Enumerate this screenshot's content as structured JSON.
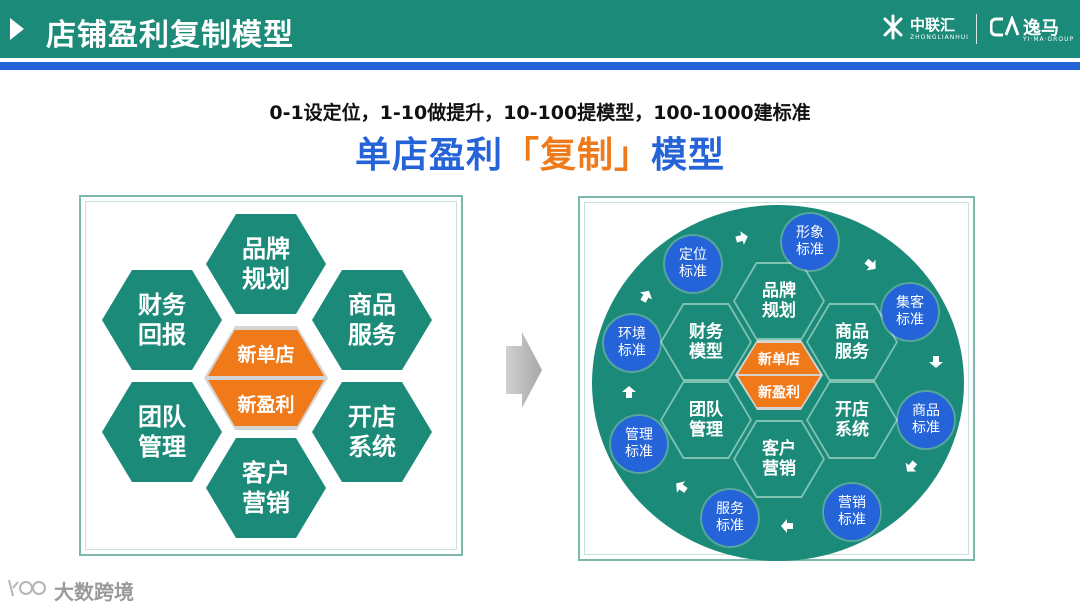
{
  "header": {
    "title": "店铺盈利复制模型",
    "logo_zhonglianhui": {
      "name": "中联汇",
      "sub": "ZHONGLIANHUI"
    },
    "logo_yima": {
      "name": "逸马",
      "sub": "YI·MA·GROUP"
    }
  },
  "subtitle": "0-1设定位，1-10做提升，10-100提模型，100-1000建标准",
  "main_title": {
    "part1": "单店盈利",
    "part2": "「复制」",
    "part3": "模型"
  },
  "left_diagram": {
    "top": "品牌规划",
    "top_right": "商品服务",
    "bottom_right": "开店系统",
    "bottom": "客户营销",
    "bottom_left": "团队管理",
    "top_left": "财务回报",
    "center_top": "新单店",
    "center_bottom": "新盈利"
  },
  "right_diagram": {
    "hexes": {
      "top": "品牌规划",
      "top_right": "商品服务",
      "bottom_right": "开店系统",
      "bottom": "客户营销",
      "bottom_left": "团队管理",
      "top_left": "财务模型",
      "center_top": "新单店",
      "center_bottom": "新盈利"
    },
    "standards": {
      "s1": "形象标准",
      "s2": "集客标准",
      "s3": "商品标准",
      "s4": "营销标准",
      "s5": "服务标准",
      "s6": "管理标准",
      "s7": "环境标准",
      "s8": "定位标准"
    }
  },
  "watermark": "大数跨境",
  "colors": {
    "teal": "#1b8a78",
    "blue": "#2563d9",
    "orange": "#f07a1a",
    "grey": "#d4d4d4"
  }
}
